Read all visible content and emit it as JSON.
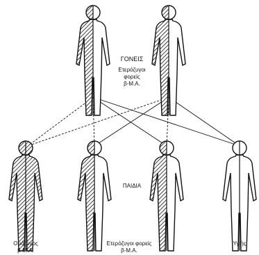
{
  "labels": {
    "parents": "ΓΟΝΕΙΣ",
    "carriers_line1": "Ετερόζυγοι",
    "carriers_line2": "φορείς",
    "carriers_line3": "β-Μ.Α.",
    "children": "ΠΑΙΔΙΑ",
    "homozygous_line1": "Ομόζυγος",
    "homozygous_line2": "β-Μ.Α.",
    "child_carriers_line1": "Ετερόζυγοι φορείς",
    "child_carriers_line2": "β-Μ.Α.",
    "healthy": "Υγιής"
  },
  "figures": {
    "parents": [
      "carrier",
      "carrier"
    ],
    "children": [
      "affected",
      "carrier",
      "carrier",
      "healthy"
    ]
  },
  "colors": {
    "ink": "#111111",
    "paper": "#ffffff"
  }
}
